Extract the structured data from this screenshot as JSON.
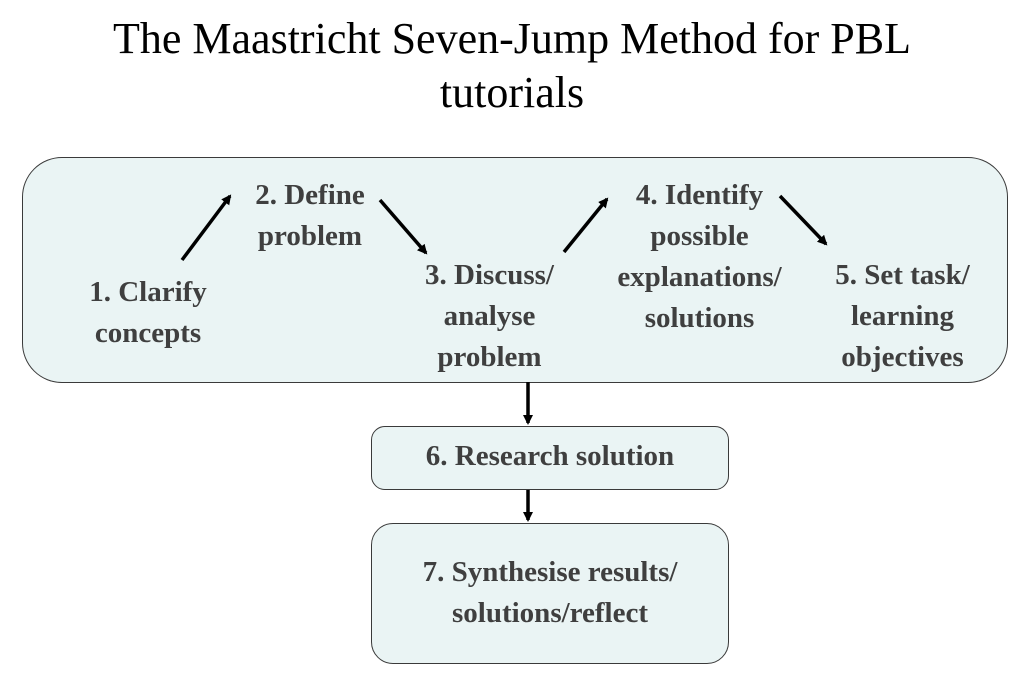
{
  "title": {
    "line1": "The Maastricht Seven-Jump Method for PBL",
    "line2": "tutorials"
  },
  "steps": {
    "s1": [
      "1. Clarify",
      "concepts"
    ],
    "s2": [
      "2. Define",
      "problem"
    ],
    "s3": [
      "3. Discuss/",
      "analyse",
      "problem"
    ],
    "s4": [
      "4. Identify",
      "possible",
      "explanations/",
      "solutions"
    ],
    "s5": [
      "5. Set task/",
      "learning",
      "objectives"
    ],
    "s6": [
      "6. Research solution"
    ],
    "s7": [
      "7. Synthesise results/",
      "solutions/reflect"
    ]
  },
  "colors": {
    "box_fill": "#eaf4f4",
    "box_border": "#3a3a3a",
    "step_text": "#3f3f3f",
    "arrow": "#000000"
  }
}
